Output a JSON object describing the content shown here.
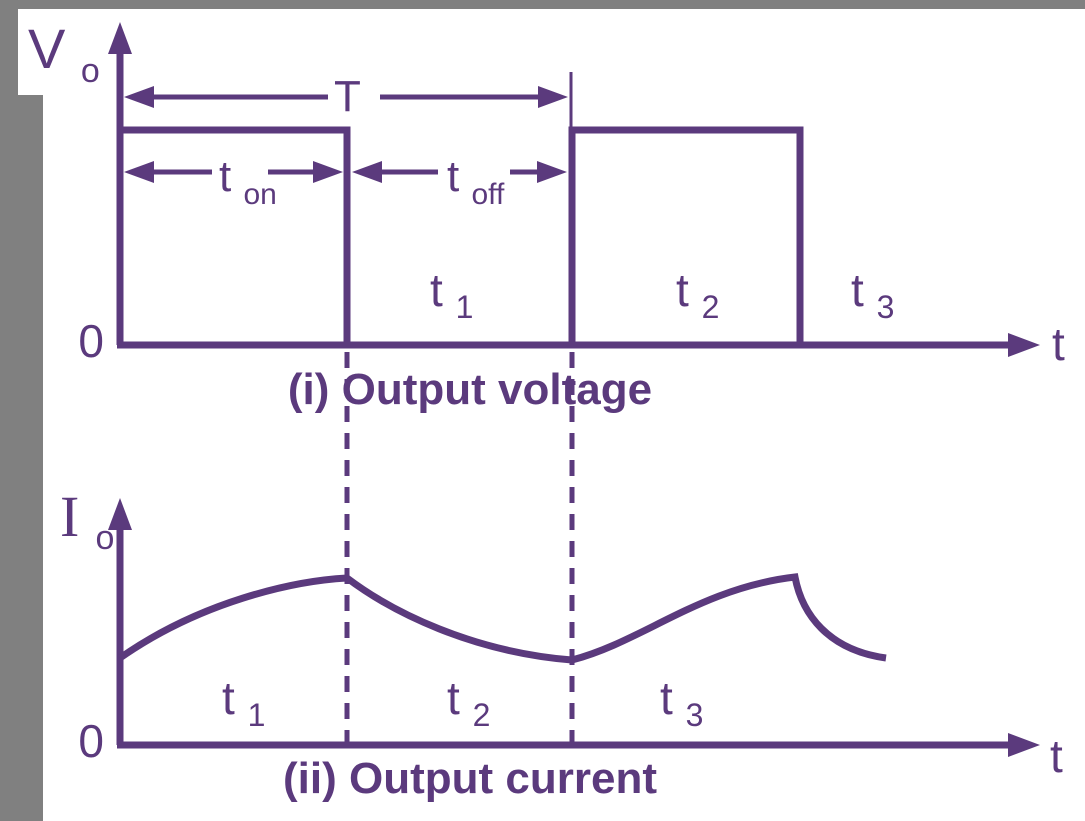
{
  "colors": {
    "accent_purple": "#5b3a7d",
    "background": "#ffffff",
    "slide_edge_gray": "#808080"
  },
  "voltage_chart": {
    "y_axis_label": {
      "base": "V",
      "sub": "o"
    },
    "origin_label": "0",
    "x_axis_label": "t",
    "period_arrow_label": "T",
    "ton_arrow_label": {
      "base": "t",
      "sub": "on"
    },
    "toff_arrow_label": {
      "base": "t",
      "sub": "off"
    },
    "interval_labels": [
      {
        "base": "t",
        "sub": "1"
      },
      {
        "base": "t",
        "sub": "2"
      },
      {
        "base": "t",
        "sub": "3"
      }
    ],
    "caption": "(i) Output voltage"
  },
  "current_chart": {
    "y_axis_label": {
      "base": "I",
      "sub": "o"
    },
    "origin_label": "0",
    "x_axis_label": "t",
    "interval_labels": [
      {
        "base": "t",
        "sub": "1"
      },
      {
        "base": "t",
        "sub": "2"
      },
      {
        "base": "t",
        "sub": "3"
      }
    ],
    "caption": "(ii) Output current"
  },
  "chart_data": [
    {
      "type": "line",
      "title": "(i) Output voltage",
      "xlabel": "t",
      "ylabel": "Vo",
      "waveform": "square pulse train",
      "x": [
        0,
        0,
        0.27,
        0.27,
        0.535,
        0.535,
        0.805,
        0.805,
        1.0
      ],
      "y": [
        0,
        1,
        1,
        0,
        0,
        1,
        1,
        0,
        0
      ],
      "annotations": [
        "T = one full period measured from 0 to second pulse rise",
        "t_on = high interval of first pulse (0 to 0.27)",
        "t_off = low interval (0.27 to 0.535)",
        "time intervals labeled t1, t2, t3"
      ]
    },
    {
      "type": "line",
      "title": "(ii) Output current",
      "xlabel": "t",
      "ylabel": "Io",
      "waveform": "exponential rise during on-time, exponential decay during off-time (load current ripple)",
      "x": [
        0,
        0.27,
        0.535,
        0.795,
        0.9
      ],
      "y": [
        0.36,
        0.69,
        0.35,
        0.69,
        0.36
      ],
      "annotations": [
        "rises during t1, decays during t2, rises during t3 then sharply decays"
      ]
    }
  ]
}
